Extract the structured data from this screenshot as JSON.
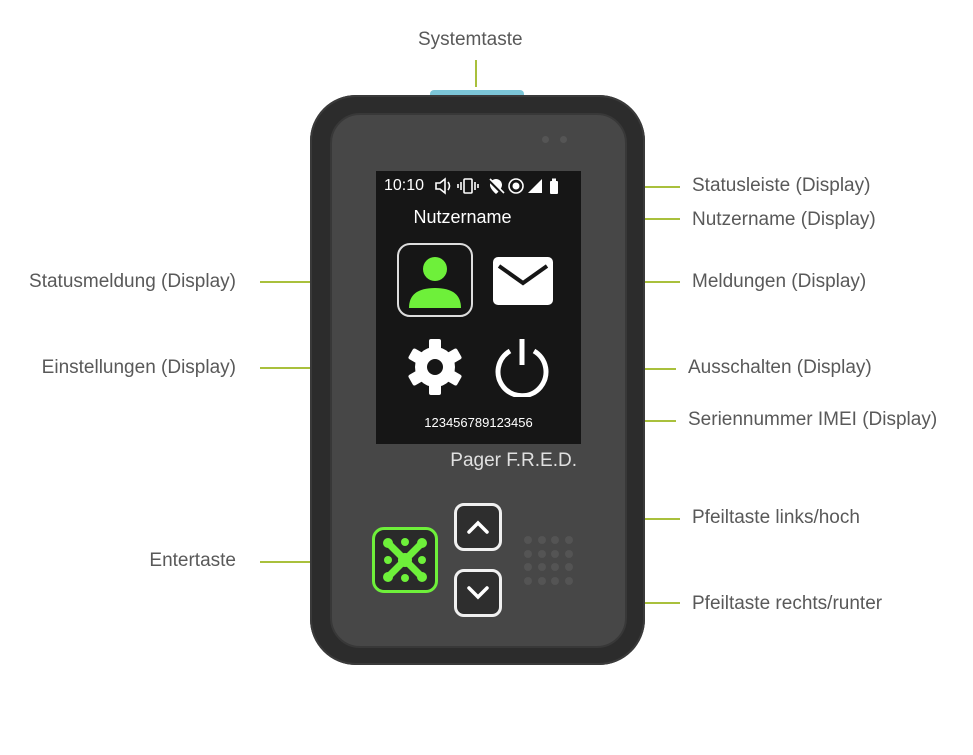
{
  "labels": {
    "system_key": "Systemtaste",
    "status_bar": "Statusleiste (Display)",
    "username": "Nutzername (Display)",
    "messages": "Meldungen (Display)",
    "power_off": "Ausschalten (Display)",
    "serial": "Seriennummer IMEI (Display)",
    "arrow_up": "Pfeiltaste links/hoch",
    "arrow_down": "Pfeiltaste rechts/runter",
    "status_message": "Statusmeldung (Display)",
    "settings": "Einstellungen (Display)",
    "enter": "Entertaste"
  },
  "screen": {
    "time": "10:10",
    "username": "Nutzername",
    "imei": "123456789123456"
  },
  "device": {
    "brand": "Pager F.R.E.D."
  },
  "colors": {
    "accent": "#6ef03a",
    "leader": "#a9c03c",
    "text": "#595959"
  }
}
